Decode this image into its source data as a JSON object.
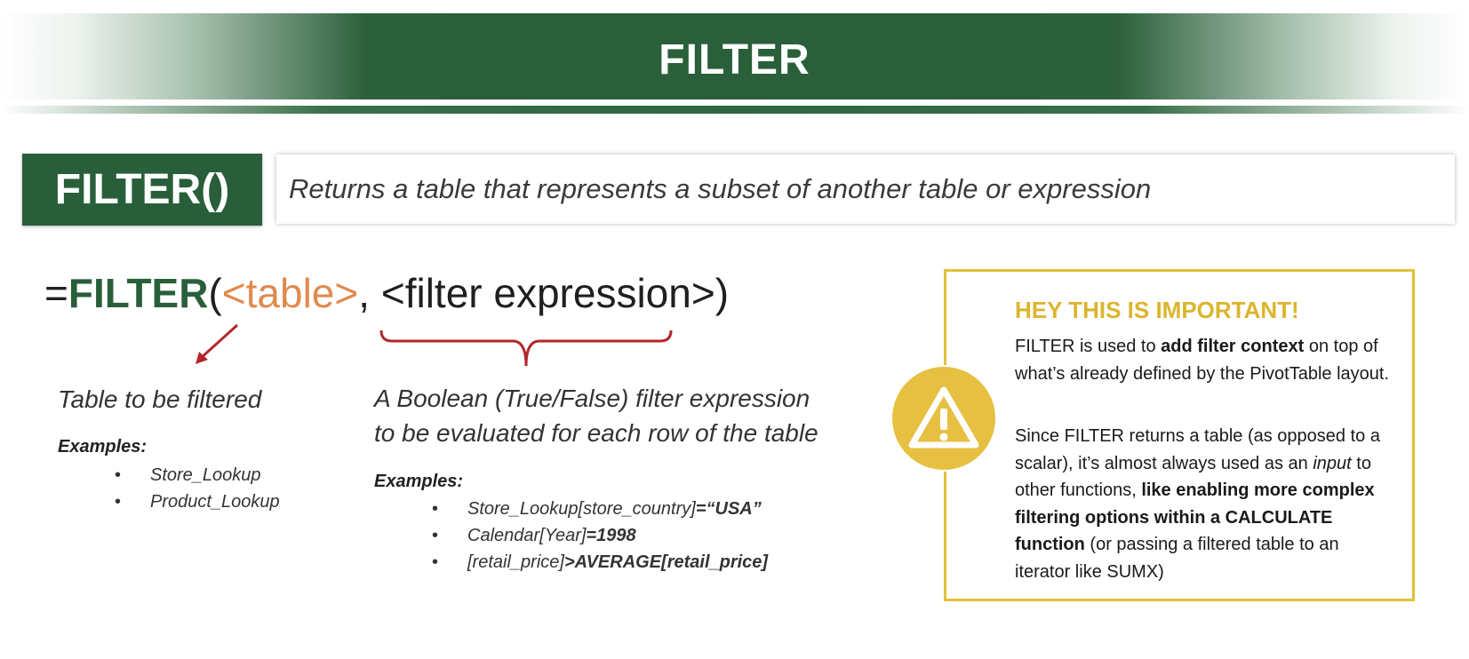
{
  "banner": {
    "title": "FILTER"
  },
  "function": {
    "name": "FILTER()",
    "description": "Returns a table that represents a subset of another table or expression"
  },
  "syntax": {
    "equals": "=",
    "name": "FILTER",
    "open": "(",
    "arg1": "<table>",
    "sep": ", ",
    "arg2": "<filter expression>",
    "close": ")"
  },
  "table_arg": {
    "description": "Table to be filtered",
    "examples_label": "Examples:",
    "examples": [
      "Store_Lookup",
      "Product_Lookup"
    ]
  },
  "filter_arg": {
    "description_line1": "A Boolean (True/False) filter expression",
    "description_line2": "to be evaluated for each row of the table",
    "examples_label": "Examples:",
    "examples": [
      {
        "plain": "Store_Lookup[store_country]",
        "bold": "=“USA”"
      },
      {
        "plain": "Calendar[Year]",
        "bold": "=1998"
      },
      {
        "plain": "[retail_price]",
        "bold": ">AVERAGE[retail_price]"
      }
    ]
  },
  "important": {
    "heading": "HEY THIS IS IMPORTANT!",
    "p1_a": "FILTER is used to ",
    "p1_b": "add filter context",
    "p1_c": " on top of what’s already defined by the PivotTable layout.",
    "p2_a": "Since FILTER returns a table (as opposed to a scalar), it’s almost always used as an ",
    "p2_b": "input",
    "p2_c": " to other functions, ",
    "p2_d": "like enabling more complex filtering options within a CALCULATE function",
    "p2_e": " (or passing a filtered table to an iterator like SUMX)",
    "icon": "warning-icon"
  },
  "colors": {
    "brand_green": "#285f3a",
    "argument_orange": "#e08a4e",
    "annotation_red": "#b3262b",
    "important_gold": "#dcb52e"
  }
}
